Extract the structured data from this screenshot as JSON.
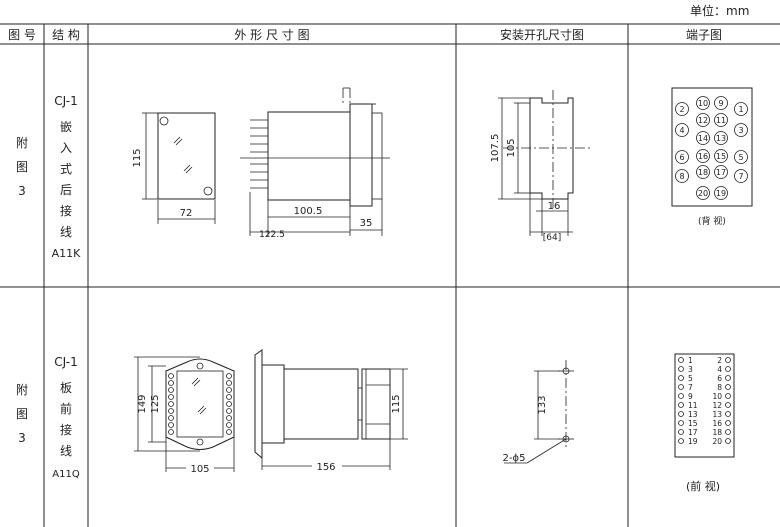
{
  "unit_label": "单位：mm",
  "headers": {
    "fig_no": "图 号",
    "structure": "结 构",
    "outline": "外 形 尺 寸 图",
    "cutout": "安装开孔尺寸图",
    "terminal": "端子图"
  },
  "rows": [
    {
      "fig_no": [
        "附",
        "图",
        "3"
      ],
      "structure": [
        "CJ-1",
        "嵌",
        "入",
        "式",
        "后",
        "接",
        "线",
        "A11K"
      ],
      "outline_dims": {
        "height": "115",
        "width": "72",
        "depth": "100.5",
        "flange": "35",
        "total": "122.5"
      },
      "cutout_dims": {
        "outer": "107.5",
        "inner": "105",
        "width": "16",
        "width2": "[64]"
      },
      "terminals": [
        [
          "2",
          "10",
          "9",
          "1"
        ],
        [
          "12",
          "11"
        ],
        [
          "4",
          "14",
          "13",
          "3"
        ],
        [
          "6",
          "16",
          "15",
          "5"
        ],
        [
          "8",
          "18",
          "17",
          "7"
        ],
        [
          "20",
          "19"
        ]
      ],
      "terminal_caption": "(背 视)"
    },
    {
      "fig_no": [
        "附",
        "图",
        "3"
      ],
      "structure": [
        "CJ-1",
        "板",
        "前",
        "接",
        "线",
        "A11Q"
      ],
      "outline_dims": {
        "outer_h": "149",
        "inner_h": "125",
        "width": "105",
        "depth": "156",
        "side_h": "115"
      },
      "cutout_dims": {
        "spacing": "133",
        "hole": "2-ϕ5"
      },
      "terminals_left": [
        "1",
        "3",
        "5",
        "7",
        "9",
        "11",
        "13",
        "15",
        "17",
        "19"
      ],
      "terminals_right": [
        "2",
        "4",
        "6",
        "8",
        "10",
        "12",
        "13",
        "16",
        "18",
        "20"
      ],
      "terminal_caption": "(前 视)"
    }
  ]
}
